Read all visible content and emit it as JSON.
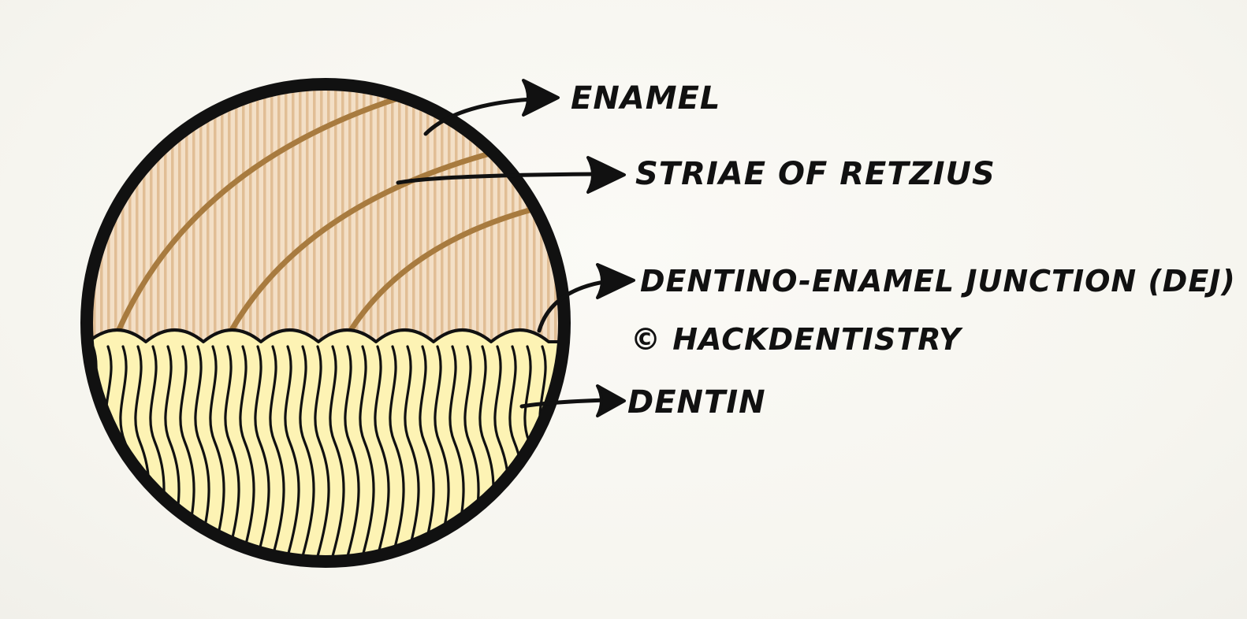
{
  "labels": {
    "enamel": "ENAMEL",
    "striae": "STRIAE OF RETZIUS",
    "dej": "DENTINO-ENAMEL JUNCTION (DEJ)",
    "copyright": "© HACKDENTISTRY",
    "dentin": "DENTIN"
  },
  "colors": {
    "background": "#f8f7f2",
    "enamel_fill": "#f3dfc6",
    "enamel_rod": "#ddb98c",
    "striae": "#a87b3f",
    "dentin_fill": "#fdf3b4",
    "outline": "#111111"
  },
  "icons": {
    "arrow": "arrow-head-icon"
  }
}
